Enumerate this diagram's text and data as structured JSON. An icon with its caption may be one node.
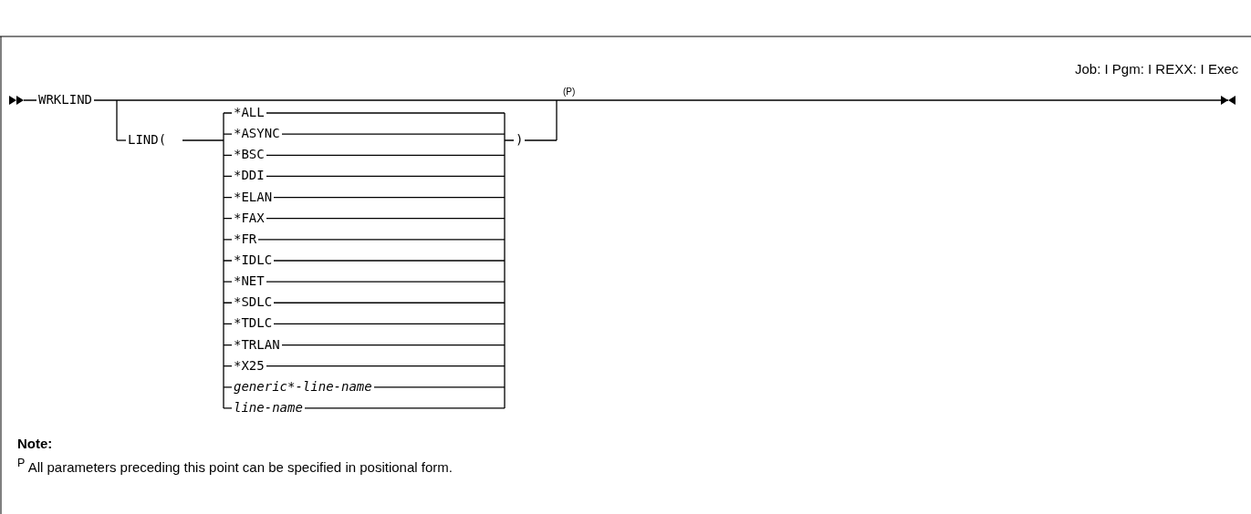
{
  "diagram": {
    "labels": [
      "Job: I Pgm: I REXX: I Exec",
      "WRKLIND",
      "(P)",
      "LIND(",
      "*ALL",
      "*ASYNC",
      ")",
      "*BSC",
      "*DDI",
      "*ELAN",
      "*FAX",
      "*FR",
      "*IDLC",
      "*NET",
      "*SDLC",
      "*TDLC",
      "*TRLAN",
      "*X25",
      "generic*-line-name",
      "line-name",
      "Note:",
      "$^{P}$ All parameters preceding this point can be specified in positional form."
    ]
  }
}
